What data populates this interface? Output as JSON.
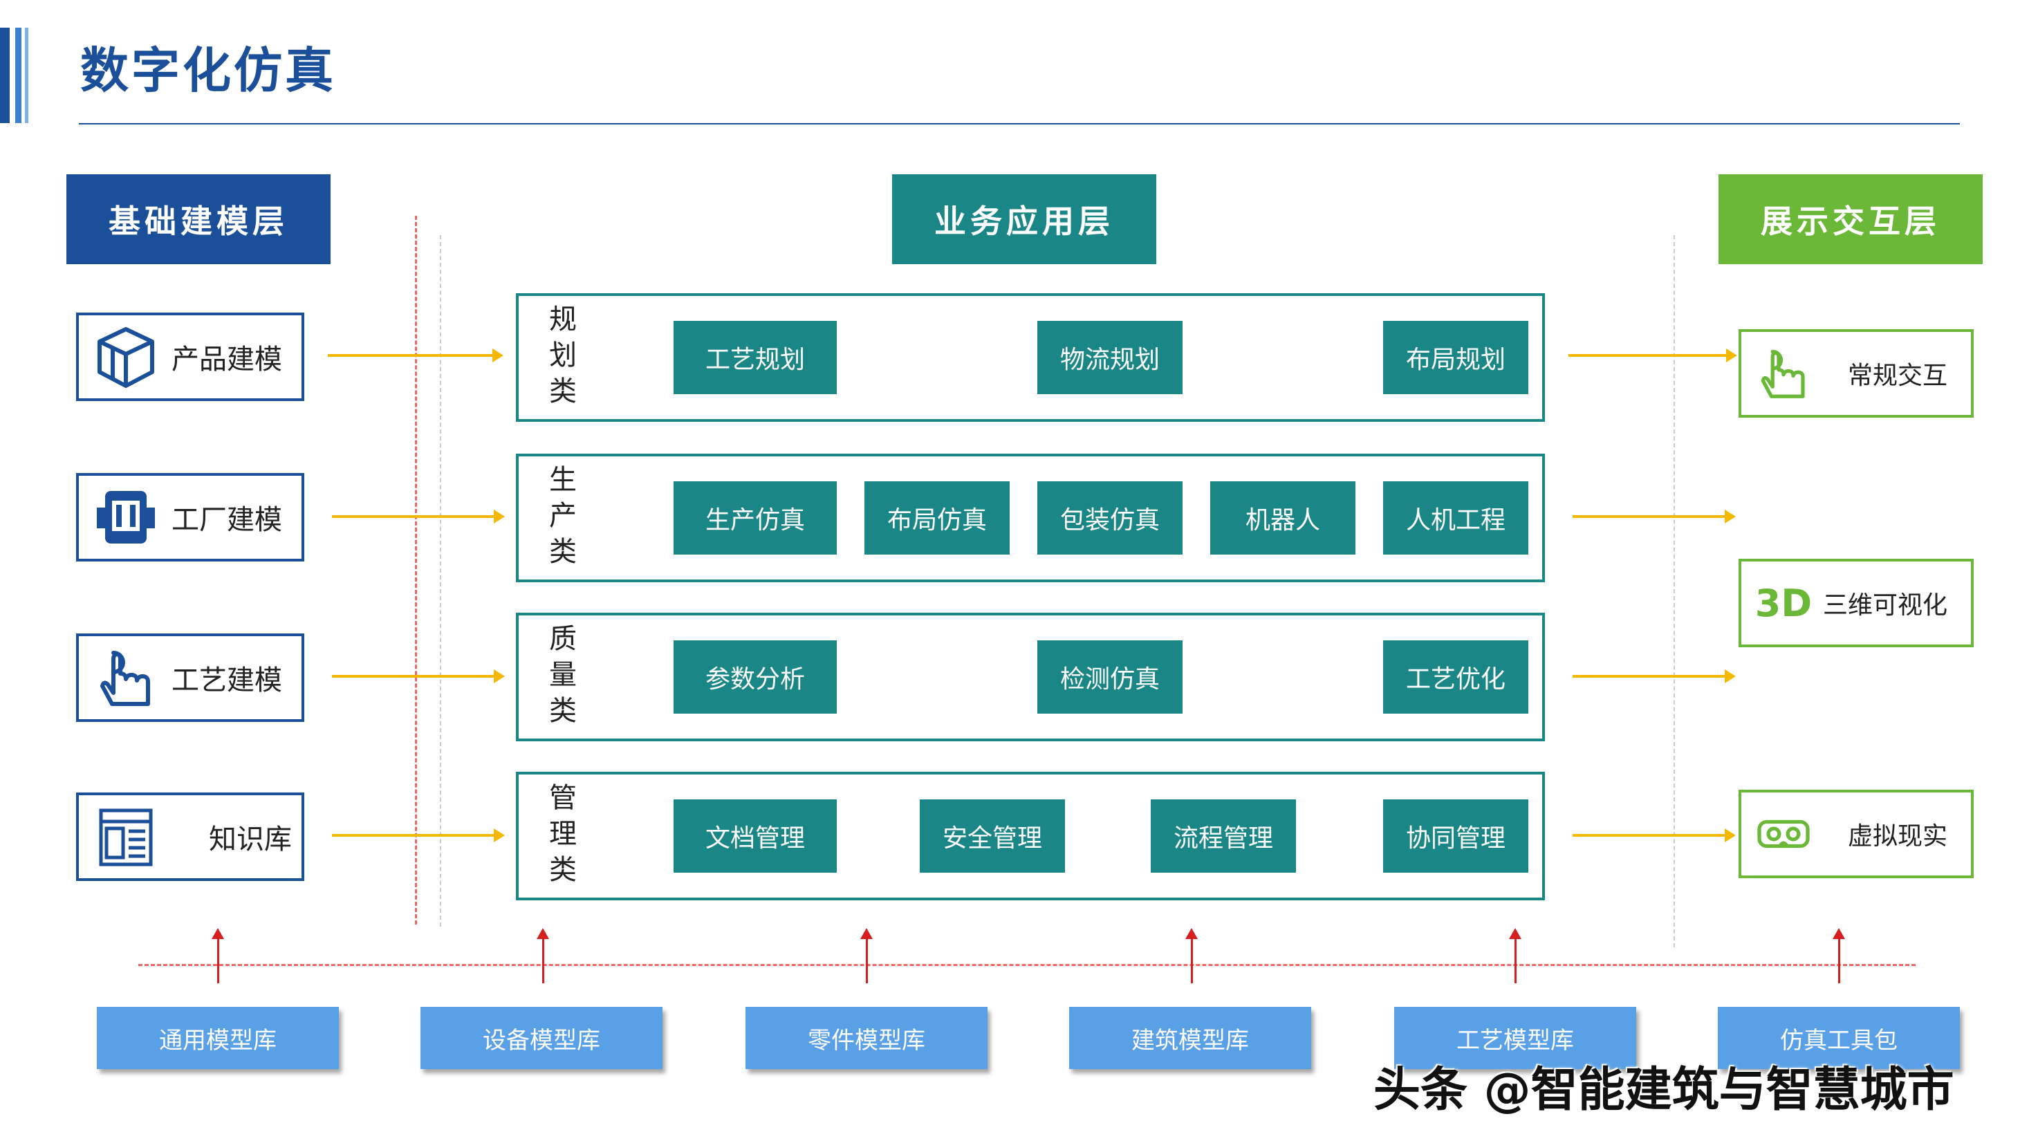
{
  "title": "数字化仿真",
  "layers": {
    "base": "基础建模层",
    "business": "业务应用层",
    "display": "展示交互层"
  },
  "modeling": [
    {
      "label": "产品建模",
      "icon": "cube-icon"
    },
    {
      "label": "工厂建模",
      "icon": "factory-device-icon"
    },
    {
      "label": "工艺建模",
      "icon": "hand-pointer-icon"
    },
    {
      "label": "知识库",
      "icon": "document-layout-icon"
    }
  ],
  "categories": [
    {
      "label": [
        "规",
        "划",
        "类"
      ],
      "tags": [
        "工艺规划",
        "物流规划",
        "布局规划"
      ]
    },
    {
      "label": [
        "生",
        "产",
        "类"
      ],
      "tags": [
        "生产仿真",
        "布局仿真",
        "包装仿真",
        "机器人",
        "人机工程"
      ]
    },
    {
      "label": [
        "质",
        "量",
        "类"
      ],
      "tags": [
        "参数分析",
        "检测仿真",
        "工艺优化"
      ]
    },
    {
      "label": [
        "管",
        "理",
        "类"
      ],
      "tags": [
        "文档管理",
        "安全管理",
        "流程管理",
        "协同管理"
      ]
    }
  ],
  "display": [
    {
      "label": "常规交互",
      "icon": "hand-pointer-icon"
    },
    {
      "label": "三维可视化",
      "icon": "3d-icon",
      "icon_text": "3D"
    },
    {
      "label": "虚拟现实",
      "icon": "vr-glasses-icon"
    }
  ],
  "libraries": [
    "通用模型库",
    "设备模型库",
    "零件模型库",
    "建筑模型库",
    "工艺模型库",
    "仿真工具包"
  ],
  "watermark": "头条 @智能建筑与智慧城市",
  "colors": {
    "primary_blue": "#1b4f9a",
    "teal": "#1a8686",
    "green": "#6bb838",
    "library_blue": "#5aa0e6",
    "arrow_yellow": "#f5b800",
    "arrow_red": "#d62020"
  }
}
